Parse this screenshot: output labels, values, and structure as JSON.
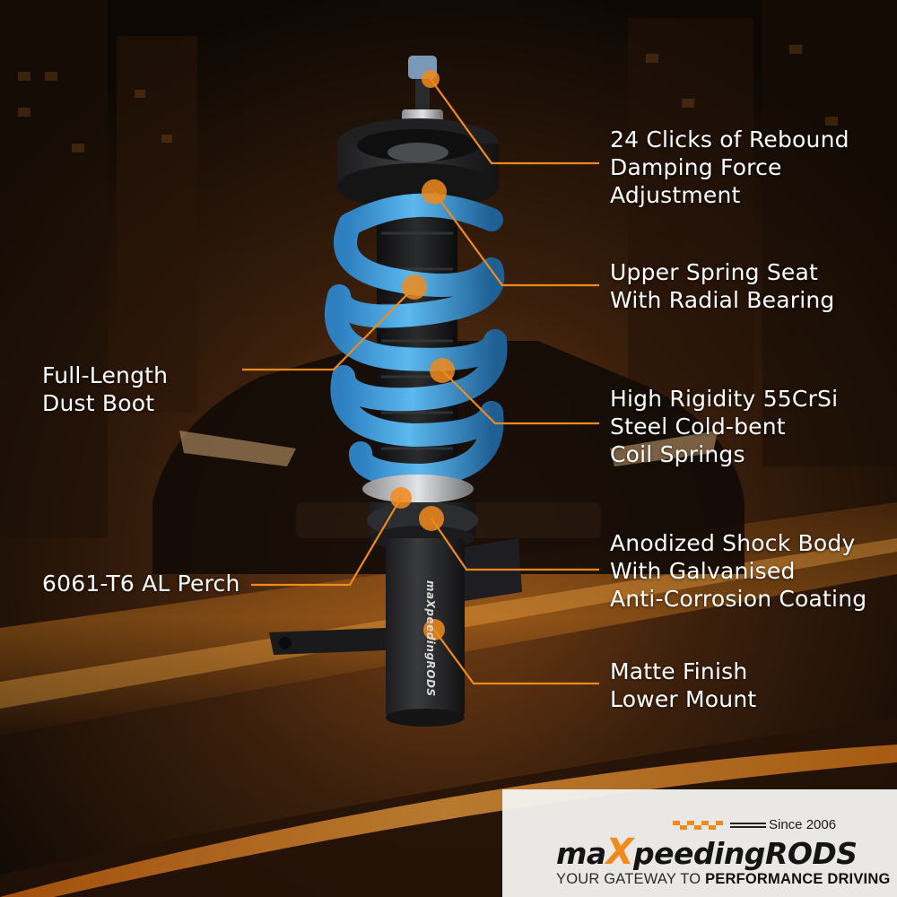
{
  "labels": {
    "rebound": [
      "24 Clicks of Rebound",
      "Damping Force",
      "Adjustment"
    ],
    "spring_seat": [
      "Upper Spring Seat",
      "With Radial Bearing"
    ],
    "dust_boot": [
      "Full-Length",
      "Dust Boot"
    ],
    "coil": [
      "High Rigidity 55CrSi",
      "Steel Cold-bent",
      "Coil Springs"
    ],
    "perch": [
      "6061-T6 AL Perch"
    ],
    "shock_body": [
      "Anodized Shock Body",
      "With Galvanised",
      "Anti-Corrosion Coating"
    ],
    "lower_mount": [
      "Matte Finish",
      "Lower Mount"
    ]
  },
  "logo": {
    "brand": "maXpeedingRODS",
    "brand_m": "ma",
    "brand_x": "X",
    "brand_p": "peeding",
    "brand_r": "RODS",
    "since": "Since 2006",
    "tagline_a": "YOUR GATEWAY TO ",
    "tagline_b": "PERFORMANCE DRIVING",
    "body_print": "maXpeedingRODS"
  },
  "colors": {
    "accent": "#f08a1c",
    "spring": "#4aa6e0",
    "background": "#1a0f07"
  }
}
